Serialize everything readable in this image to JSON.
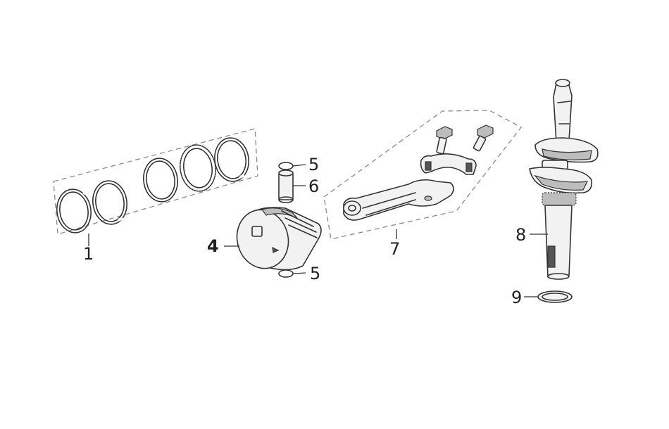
{
  "callouts": {
    "c1": "1",
    "c4": "4",
    "c5a": "5",
    "c5b": "5",
    "c6": "6",
    "c7": "7",
    "c8": "8",
    "c9": "9"
  }
}
